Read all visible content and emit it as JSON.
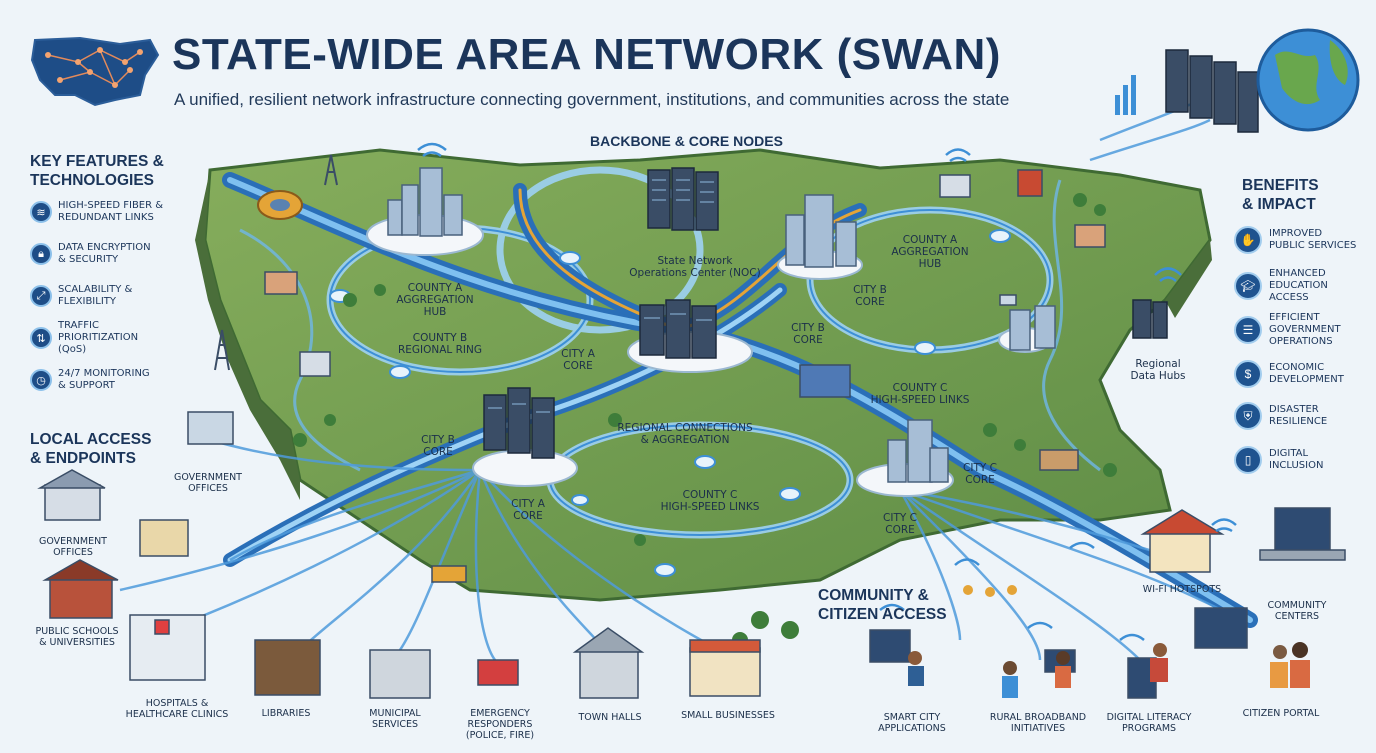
{
  "header": {
    "title": "STATE-WIDE AREA NETWORK (SWAN)",
    "subtitle": "A unified, resilient network infrastructure connecting government, institutions, and communities across the state"
  },
  "key_features": {
    "heading": "KEY FEATURES &\nTECHNOLOGIES",
    "items": [
      {
        "label": "HIGH-SPEED FIBER &\nREDUNDANT LINKS",
        "icon": "fiber-icon"
      },
      {
        "label": "DATA ENCRYPTION\n& SECURITY",
        "icon": "lock-icon"
      },
      {
        "label": "SCALABILITY &\nFLEXIBILITY",
        "icon": "expand-icon"
      },
      {
        "label": "TRAFFIC\nPRIORITIZATION\n(QoS)",
        "icon": "traffic-icon"
      },
      {
        "label": "24/7 MONITORING\n& SUPPORT",
        "icon": "clock-icon"
      }
    ]
  },
  "benefits": {
    "heading": "BENEFITS\n& IMPACT",
    "items": [
      {
        "label": "IMPROVED\nPUBLIC SERVICES",
        "icon": "service-icon"
      },
      {
        "label": "ENHANCED\nEDUCATION\nACCESS",
        "icon": "graduation-icon"
      },
      {
        "label": "EFFICIENT\nGOVERNMENT\nOPERATIONS",
        "icon": "document-icon"
      },
      {
        "label": "ECONOMIC\nDEVELOPMENT",
        "icon": "money-icon"
      },
      {
        "label": "DISASTER\nRESILIENCE",
        "icon": "shield-icon"
      },
      {
        "label": "DIGITAL\nINCLUSION",
        "icon": "tablet-icon"
      }
    ]
  },
  "backbone": {
    "heading": "BACKBONE & CORE NODES",
    "labels": {
      "noc": "State Network\nOperations Center (NOC)",
      "county_a_hub_left": "COUNTY A\nAGGREGATION\nHUB",
      "county_b_ring": "COUNTY B\nREGIONAL RING",
      "county_a_hub_right": "COUNTY A\nAGGREGATION\nHUB",
      "city_b_core_upper": "CITY B\nCORE",
      "city_b_core_mid": "CITY B\nCORE",
      "city_a_core_mid": "CITY A\nCORE",
      "city_b_core_left": "CITY B\nCORE",
      "regional_connections": "REGIONAL CONNECTIONS\n& AGGREGATION",
      "county_c_links_upper": "COUNTY C\nHIGH-SPEED LINKS",
      "county_c_links_lower": "COUNTY C\nHIGH-SPEED LINKS",
      "city_a_core_lower": "CITY A\nCORE",
      "city_c_core_right": "CITY C\nCORE",
      "city_c_core_lower": "CITY C\nCORE",
      "regional_data_hubs": "Regional\nData Hubs"
    }
  },
  "local_access": {
    "heading": "LOCAL ACCESS\n& ENDPOINTS",
    "endpoints": {
      "gov_offices_upper": "GOVERNMENT\nOFFICES",
      "gov_offices_lower": "GOVERNMENT\nOFFICES",
      "schools": "PUBLIC SCHOOLS\n& UNIVERSITIES",
      "hospitals": "HOSPITALS &\nHEALTHCARE CLINICS",
      "libraries": "LIBRARIES",
      "municipal": "MUNICIPAL\nSERVICES",
      "emergency": "EMERGENCY\nRESPONDERS\n(POLICE, FIRE)",
      "town_halls": "TOWN HALLS",
      "small_business": "SMALL BUSINESSES"
    }
  },
  "community": {
    "heading": "COMMUNITY &\nCITIZEN ACCESS",
    "endpoints": {
      "smart_city": "SMART CITY\nAPPLICATIONS",
      "rural_broadband": "RURAL BROADBAND\nINITIATIVES",
      "digital_literacy": "DIGITAL LITERACY\nPROGRAMS",
      "citizen_portal": "CITIZEN PORTAL",
      "wifi_hotspots": "WI-FI HOTSPOTS",
      "community_centers": "COMMUNITY\nCENTERS"
    }
  },
  "colors": {
    "title": "#1b355a",
    "map_green": "#6e9a4e",
    "map_edge": "#3f6a33",
    "fiber": "#3d8fd6",
    "ring": "#7fc3f0",
    "accent_orange": "#e4a437",
    "server": "#3a4d66"
  }
}
